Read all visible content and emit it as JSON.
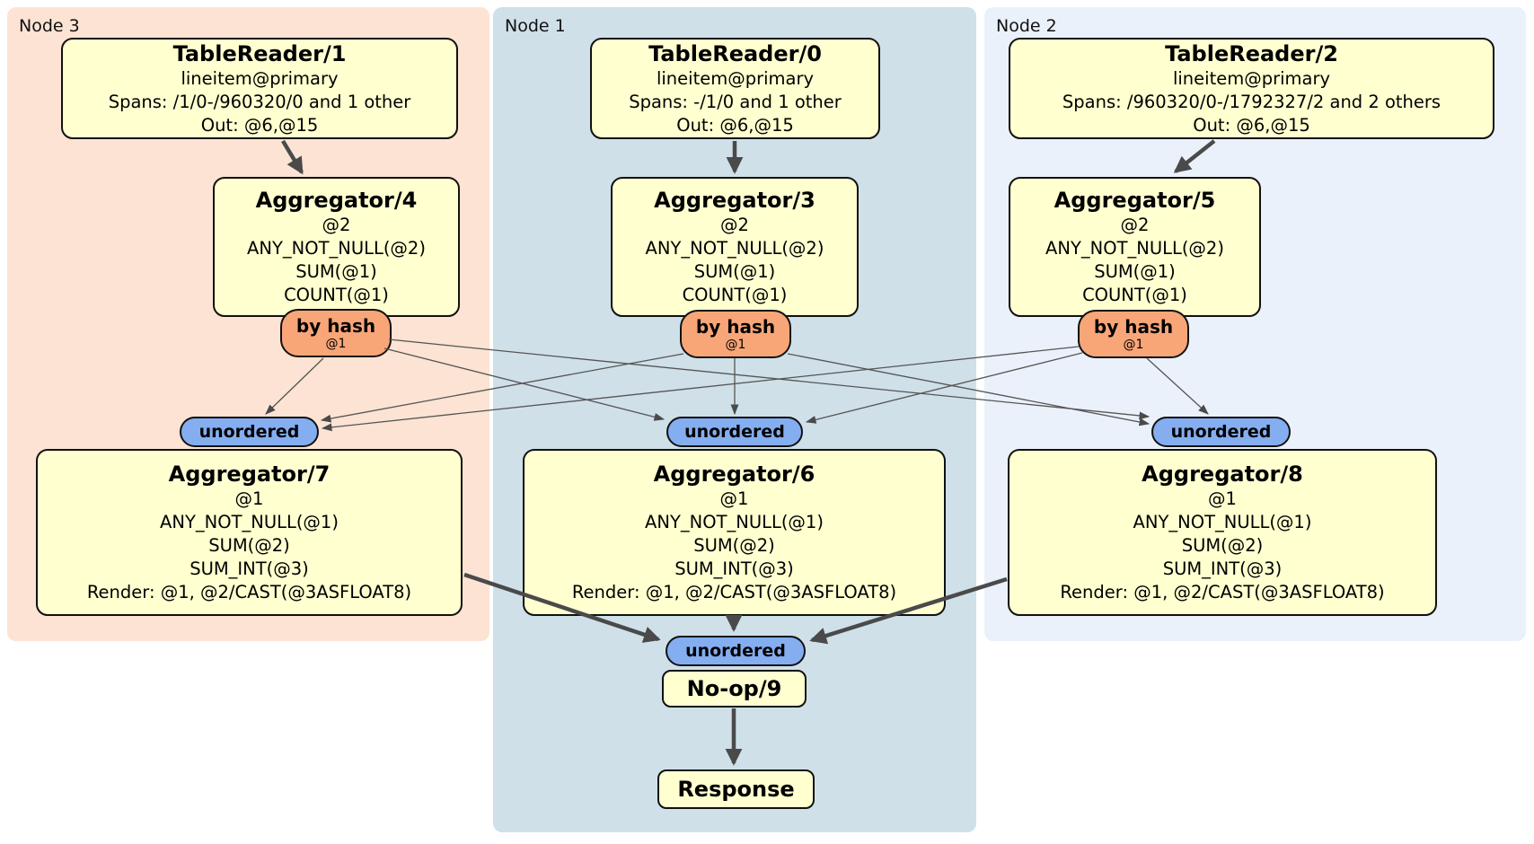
{
  "regions": [
    {
      "id": "node3",
      "label": "Node 3"
    },
    {
      "id": "node1",
      "label": "Node 1"
    },
    {
      "id": "node2",
      "label": "Node 2"
    }
  ],
  "nodes": {
    "tr1": {
      "title": "TableReader/1",
      "lines": [
        "lineitem@primary",
        "Spans: /1/0-/960320/0 and 1 other",
        "Out: @6,@15"
      ]
    },
    "tr0": {
      "title": "TableReader/0",
      "lines": [
        "lineitem@primary",
        "Spans: -/1/0 and 1 other",
        "Out: @6,@15"
      ]
    },
    "tr2": {
      "title": "TableReader/2",
      "lines": [
        "lineitem@primary",
        "Spans: /960320/0-/1792327/2 and 2 others",
        "Out: @6,@15"
      ]
    },
    "agg4": {
      "title": "Aggregator/4",
      "lines": [
        "@2",
        "ANY_NOT_NULL(@2)",
        "SUM(@1)",
        "COUNT(@1)"
      ]
    },
    "agg3": {
      "title": "Aggregator/3",
      "lines": [
        "@2",
        "ANY_NOT_NULL(@2)",
        "SUM(@1)",
        "COUNT(@1)"
      ]
    },
    "agg5": {
      "title": "Aggregator/5",
      "lines": [
        "@2",
        "ANY_NOT_NULL(@2)",
        "SUM(@1)",
        "COUNT(@1)"
      ]
    },
    "agg7": {
      "title": "Aggregator/7",
      "lines": [
        "@1",
        "ANY_NOT_NULL(@1)",
        "SUM(@2)",
        "SUM_INT(@3)",
        "Render: @1, @2/CAST(@3ASFLOAT8)"
      ]
    },
    "agg6": {
      "title": "Aggregator/6",
      "lines": [
        "@1",
        "ANY_NOT_NULL(@1)",
        "SUM(@2)",
        "SUM_INT(@3)",
        "Render: @1, @2/CAST(@3ASFLOAT8)"
      ]
    },
    "agg8": {
      "title": "Aggregator/8",
      "lines": [
        "@1",
        "ANY_NOT_NULL(@1)",
        "SUM(@2)",
        "SUM_INT(@3)",
        "Render: @1, @2/CAST(@3ASFLOAT8)"
      ]
    },
    "noop": {
      "title": "No-op/9"
    },
    "response": {
      "title": "Response"
    }
  },
  "routers": {
    "by_hash": {
      "label": "by hash",
      "sub": "@1"
    },
    "unordered": {
      "label": "unordered"
    }
  },
  "colors": {
    "node3_bg": "#fce3d3",
    "node1_bg": "#cfe0e9",
    "node2_bg": "#ebf1fb",
    "box_bg": "#ffffd0",
    "box_border": "#111111",
    "byhash_bg": "#f8a678",
    "unordered_bg": "#84aef0",
    "edge": "#4a4a4a",
    "edge_thin": "#555555"
  }
}
